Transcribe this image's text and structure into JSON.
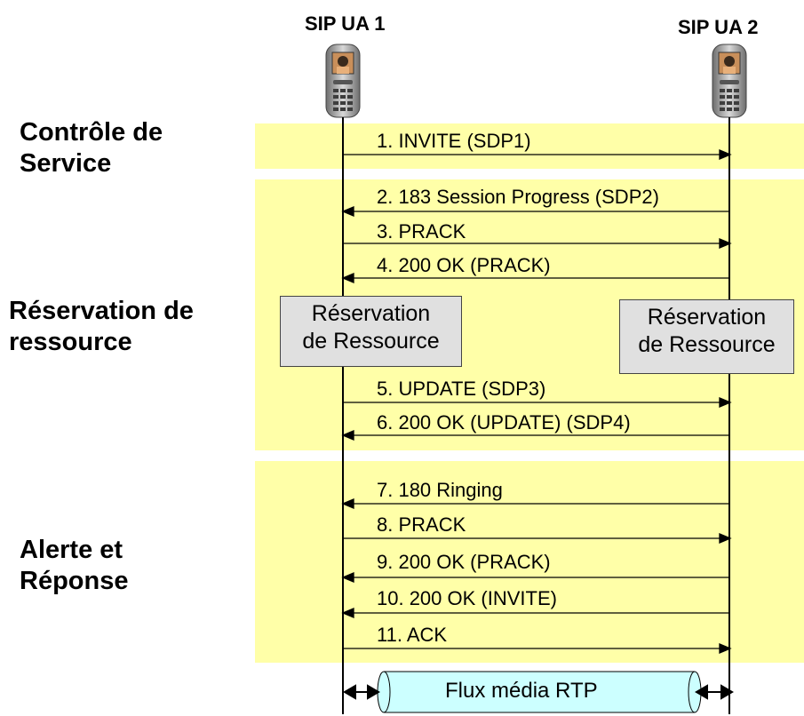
{
  "participants": {
    "ua1": {
      "label": "SIP UA 1",
      "icon": "mobile-phone-icon"
    },
    "ua2": {
      "label": "SIP UA 2",
      "icon": "mobile-phone-icon"
    }
  },
  "phases": [
    {
      "id": "service",
      "label": "Contrôle de\nService"
    },
    {
      "id": "reservation",
      "label": "Réservation de\nressource"
    },
    {
      "id": "alert",
      "label": "Alerte et\nRéponse"
    }
  ],
  "messages": [
    {
      "label": "1. INVITE (SDP1)",
      "direction": "right"
    },
    {
      "label": "2. 183 Session Progress (SDP2)",
      "direction": "left"
    },
    {
      "label": "3. PRACK",
      "direction": "right"
    },
    {
      "label": "4. 200 OK (PRACK)",
      "direction": "left"
    },
    {
      "label": "5. UPDATE (SDP3)",
      "direction": "right"
    },
    {
      "label": "6. 200 OK (UPDATE) (SDP4)",
      "direction": "left"
    },
    {
      "label": "7. 180 Ringing",
      "direction": "left"
    },
    {
      "label": "8. PRACK",
      "direction": "right"
    },
    {
      "label": "9. 200 OK (PRACK)",
      "direction": "left"
    },
    {
      "label": "10. 200 OK (INVITE)",
      "direction": "left"
    },
    {
      "label": "11. ACK",
      "direction": "right"
    }
  ],
  "reservation_boxes": {
    "ua1": "Réservation\nde Ressource",
    "ua2": "Réservation\nde Ressource"
  },
  "media_flow": {
    "label": "Flux média RTP"
  },
  "colors": {
    "phase_band": "#ffffa8",
    "box_fill": "#e0e0e0",
    "pipe_fill": "#ccffff"
  }
}
